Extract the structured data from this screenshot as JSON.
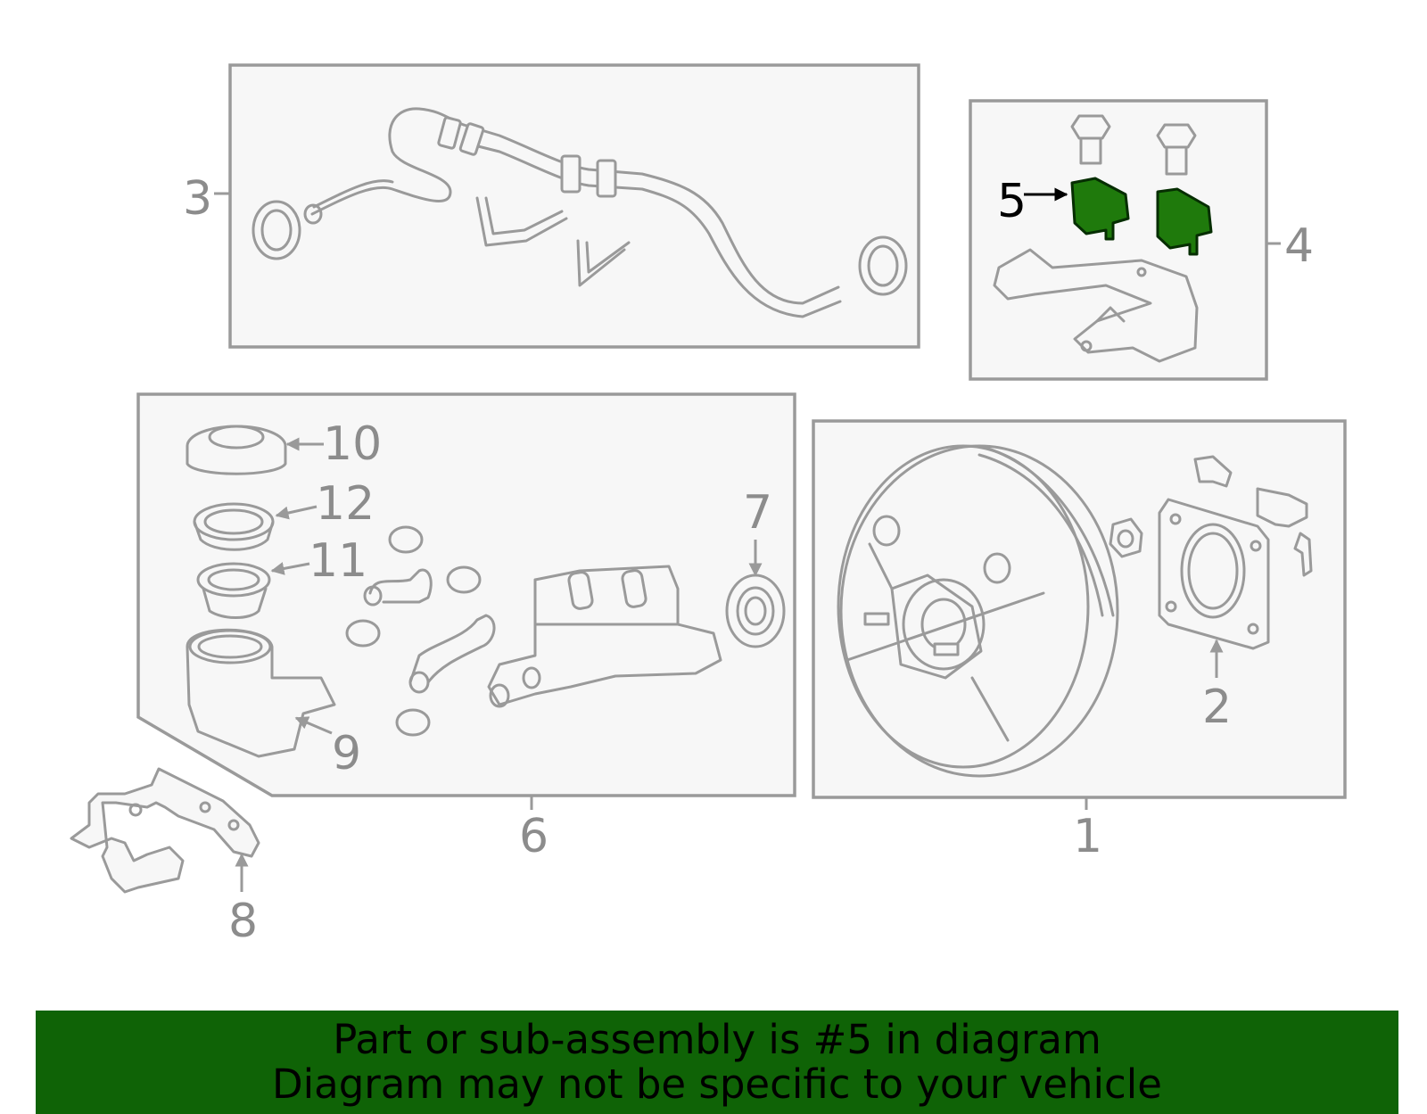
{
  "colors": {
    "outline": "#9a9a9a",
    "box_fill": "#f7f7f7",
    "highlight_fill": "#1f7a0c",
    "banner_fill": "#0f6306"
  },
  "callouts": [
    {
      "id": "1",
      "label": "1"
    },
    {
      "id": "2",
      "label": "2"
    },
    {
      "id": "3",
      "label": "3"
    },
    {
      "id": "4",
      "label": "4"
    },
    {
      "id": "5",
      "label": "5",
      "highlighted": true
    },
    {
      "id": "6",
      "label": "6"
    },
    {
      "id": "7",
      "label": "7"
    },
    {
      "id": "8",
      "label": "8"
    },
    {
      "id": "9",
      "label": "9"
    },
    {
      "id": "10",
      "label": "10"
    },
    {
      "id": "11",
      "label": "11"
    },
    {
      "id": "12",
      "label": "12"
    }
  ],
  "banner": {
    "line1": "Part or sub-assembly is #5 in diagram",
    "line2": "Diagram may not be specific to your vehicle"
  }
}
